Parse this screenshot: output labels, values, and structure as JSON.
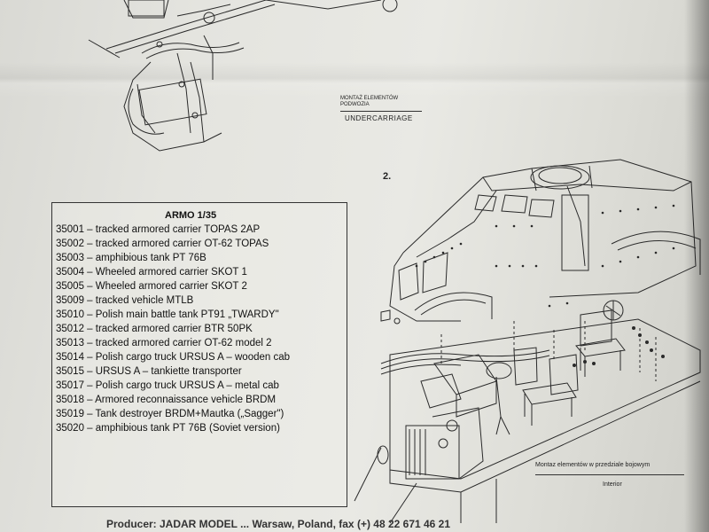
{
  "labels": {
    "montaz_top": "MONTAŻ ELEMENTÓW PODWOZIA",
    "undercarriage": "UNDERCARRIAGE",
    "step": "2.",
    "montaz_interior": "Montaz elementów w przedziale bojowym",
    "interior": "Interior"
  },
  "catalog": {
    "title": "ARMO 1/35",
    "items": [
      "35001 –  tracked armored carrier TOPAS 2AP",
      "35002 – tracked armored carrier OT-62 TOPAS",
      "35003 – amphibious tank PT 76B",
      "35004 – Wheeled armored carrier SKOT 1",
      "35005 – Wheeled armored carrier SKOT 2",
      "35009 – tracked vehicle MTLB",
      "35010 – Polish main battle tank PT91 „TWARDY\"",
      "35012 – tracked armored carrier BTR 50PK",
      "35013 – tracked armored carrier OT-62 model 2",
      "35014 – Polish cargo truck URSUS A – wooden cab",
      "35015 – URSUS A – tankiette transporter",
      "35017 – Polish cargo truck URSUS A – metal cab",
      "35018 – Armored reconnaissance vehicle BRDM",
      "35019 – Tank destroyer BRDM+Mautka („Sagger\")",
      "35020 – amphibious tank PT 76B (Soviet version)"
    ]
  },
  "footer": "Producer: JADAR MODEL ... Warsaw, Poland, fax (+) 48 22 671 46 21"
}
